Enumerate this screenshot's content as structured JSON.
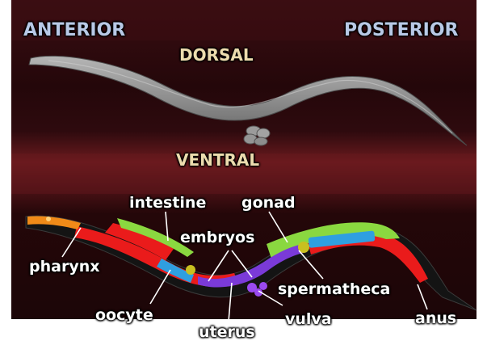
{
  "orientation": {
    "anterior": "ANTERIOR",
    "posterior": "POSTERIOR",
    "dorsal": "DORSAL",
    "ventral": "VENTRAL"
  },
  "anatomy_labels": {
    "intestine": "intestine",
    "gonad": "gonad",
    "embryos": "embryos",
    "pharynx": "pharynx",
    "spermatheca": "spermatheca",
    "oocyte": "oocyte",
    "uterus": "uterus",
    "vulva": "vulva",
    "anus": "anus"
  },
  "colors": {
    "background_dark": "#2a080c",
    "background_band": "#5a1418",
    "worm_body": "#8a8a8a",
    "lower_worm_body": "#141414",
    "intestine": "#ea1b1b",
    "gonad": "#8ad840",
    "oocyte": "#2f9fe0",
    "embryos": "#7a3ad8",
    "pharynx": "#f08a18",
    "vulva": "#9a4af0",
    "header_text": "#b8c9e6",
    "orientation_text": "#ecdcae"
  }
}
